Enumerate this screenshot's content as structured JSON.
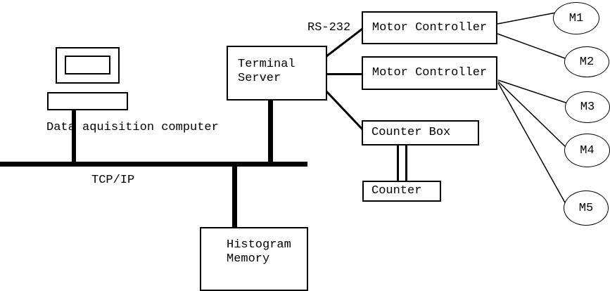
{
  "diagram": {
    "background_color": "#ffffff",
    "line_color": "#000000",
    "computer": {
      "caption": "Data aquisition computer"
    },
    "bus": {
      "label": "TCP/IP"
    },
    "serial_link": {
      "label": "RS-232"
    },
    "terminal_server": {
      "line1": "Terminal",
      "line2": "Server"
    },
    "motor_controllers": [
      "Motor Controller",
      "Motor Controller"
    ],
    "counter_box": {
      "label": "Counter Box"
    },
    "counter": {
      "label": "Counter"
    },
    "histogram_memory": {
      "line1": "Histogram",
      "line2": "Memory"
    },
    "motors": [
      "M1",
      "M2",
      "M3",
      "M4",
      "M5"
    ]
  }
}
